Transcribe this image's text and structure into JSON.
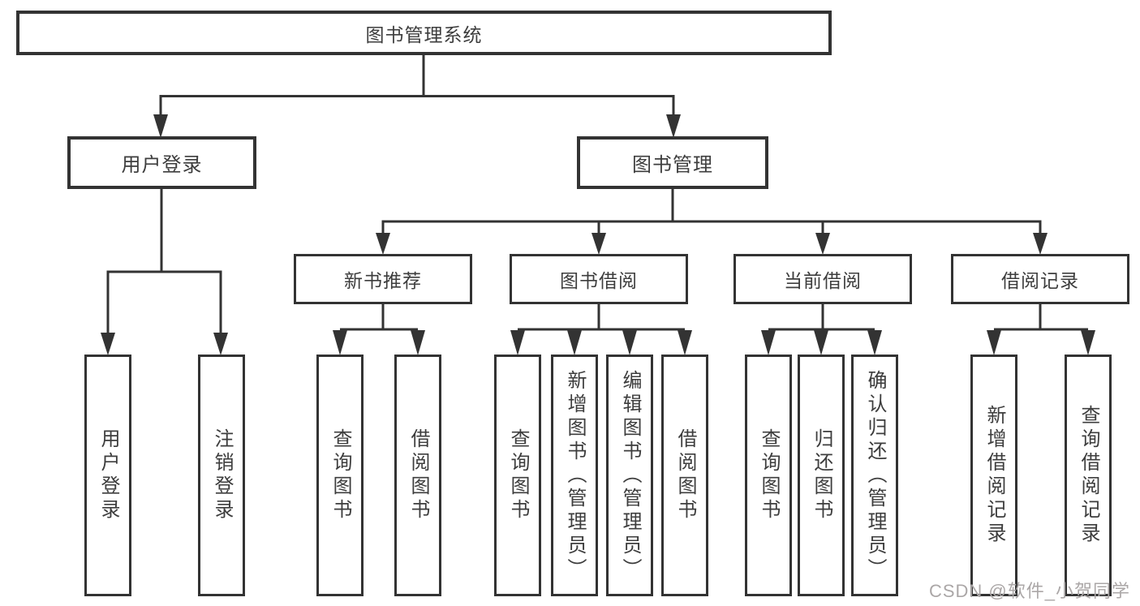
{
  "diagram_title": "图书管理系统",
  "tree": {
    "label": "图书管理系统",
    "children": [
      {
        "label": "用户登录",
        "children": [
          {
            "label": "用户登录"
          },
          {
            "label": "注销登录"
          }
        ]
      },
      {
        "label": "图书管理",
        "children": [
          {
            "label": "新书推荐",
            "children": [
              {
                "label": "查询图书"
              },
              {
                "label": "借阅图书"
              }
            ]
          },
          {
            "label": "图书借阅",
            "children": [
              {
                "label": "查询图书"
              },
              {
                "label": "新增图书（管理员）"
              },
              {
                "label": "编辑图书（管理员）"
              },
              {
                "label": "借阅图书"
              }
            ]
          },
          {
            "label": "当前借阅",
            "children": [
              {
                "label": "查询图书"
              },
              {
                "label": "归还图书"
              },
              {
                "label": "确认归还（管理员）"
              }
            ]
          },
          {
            "label": "借阅记录",
            "children": [
              {
                "label": "新增借阅记录"
              },
              {
                "label": "查询借阅记录"
              }
            ]
          }
        ]
      }
    ]
  },
  "watermark": "CSDN @软件_小贺同学",
  "colors": {
    "line": "#333333",
    "text": "#3d3d3d",
    "watermark": "#aba7a7",
    "background": "#ffffff"
  }
}
